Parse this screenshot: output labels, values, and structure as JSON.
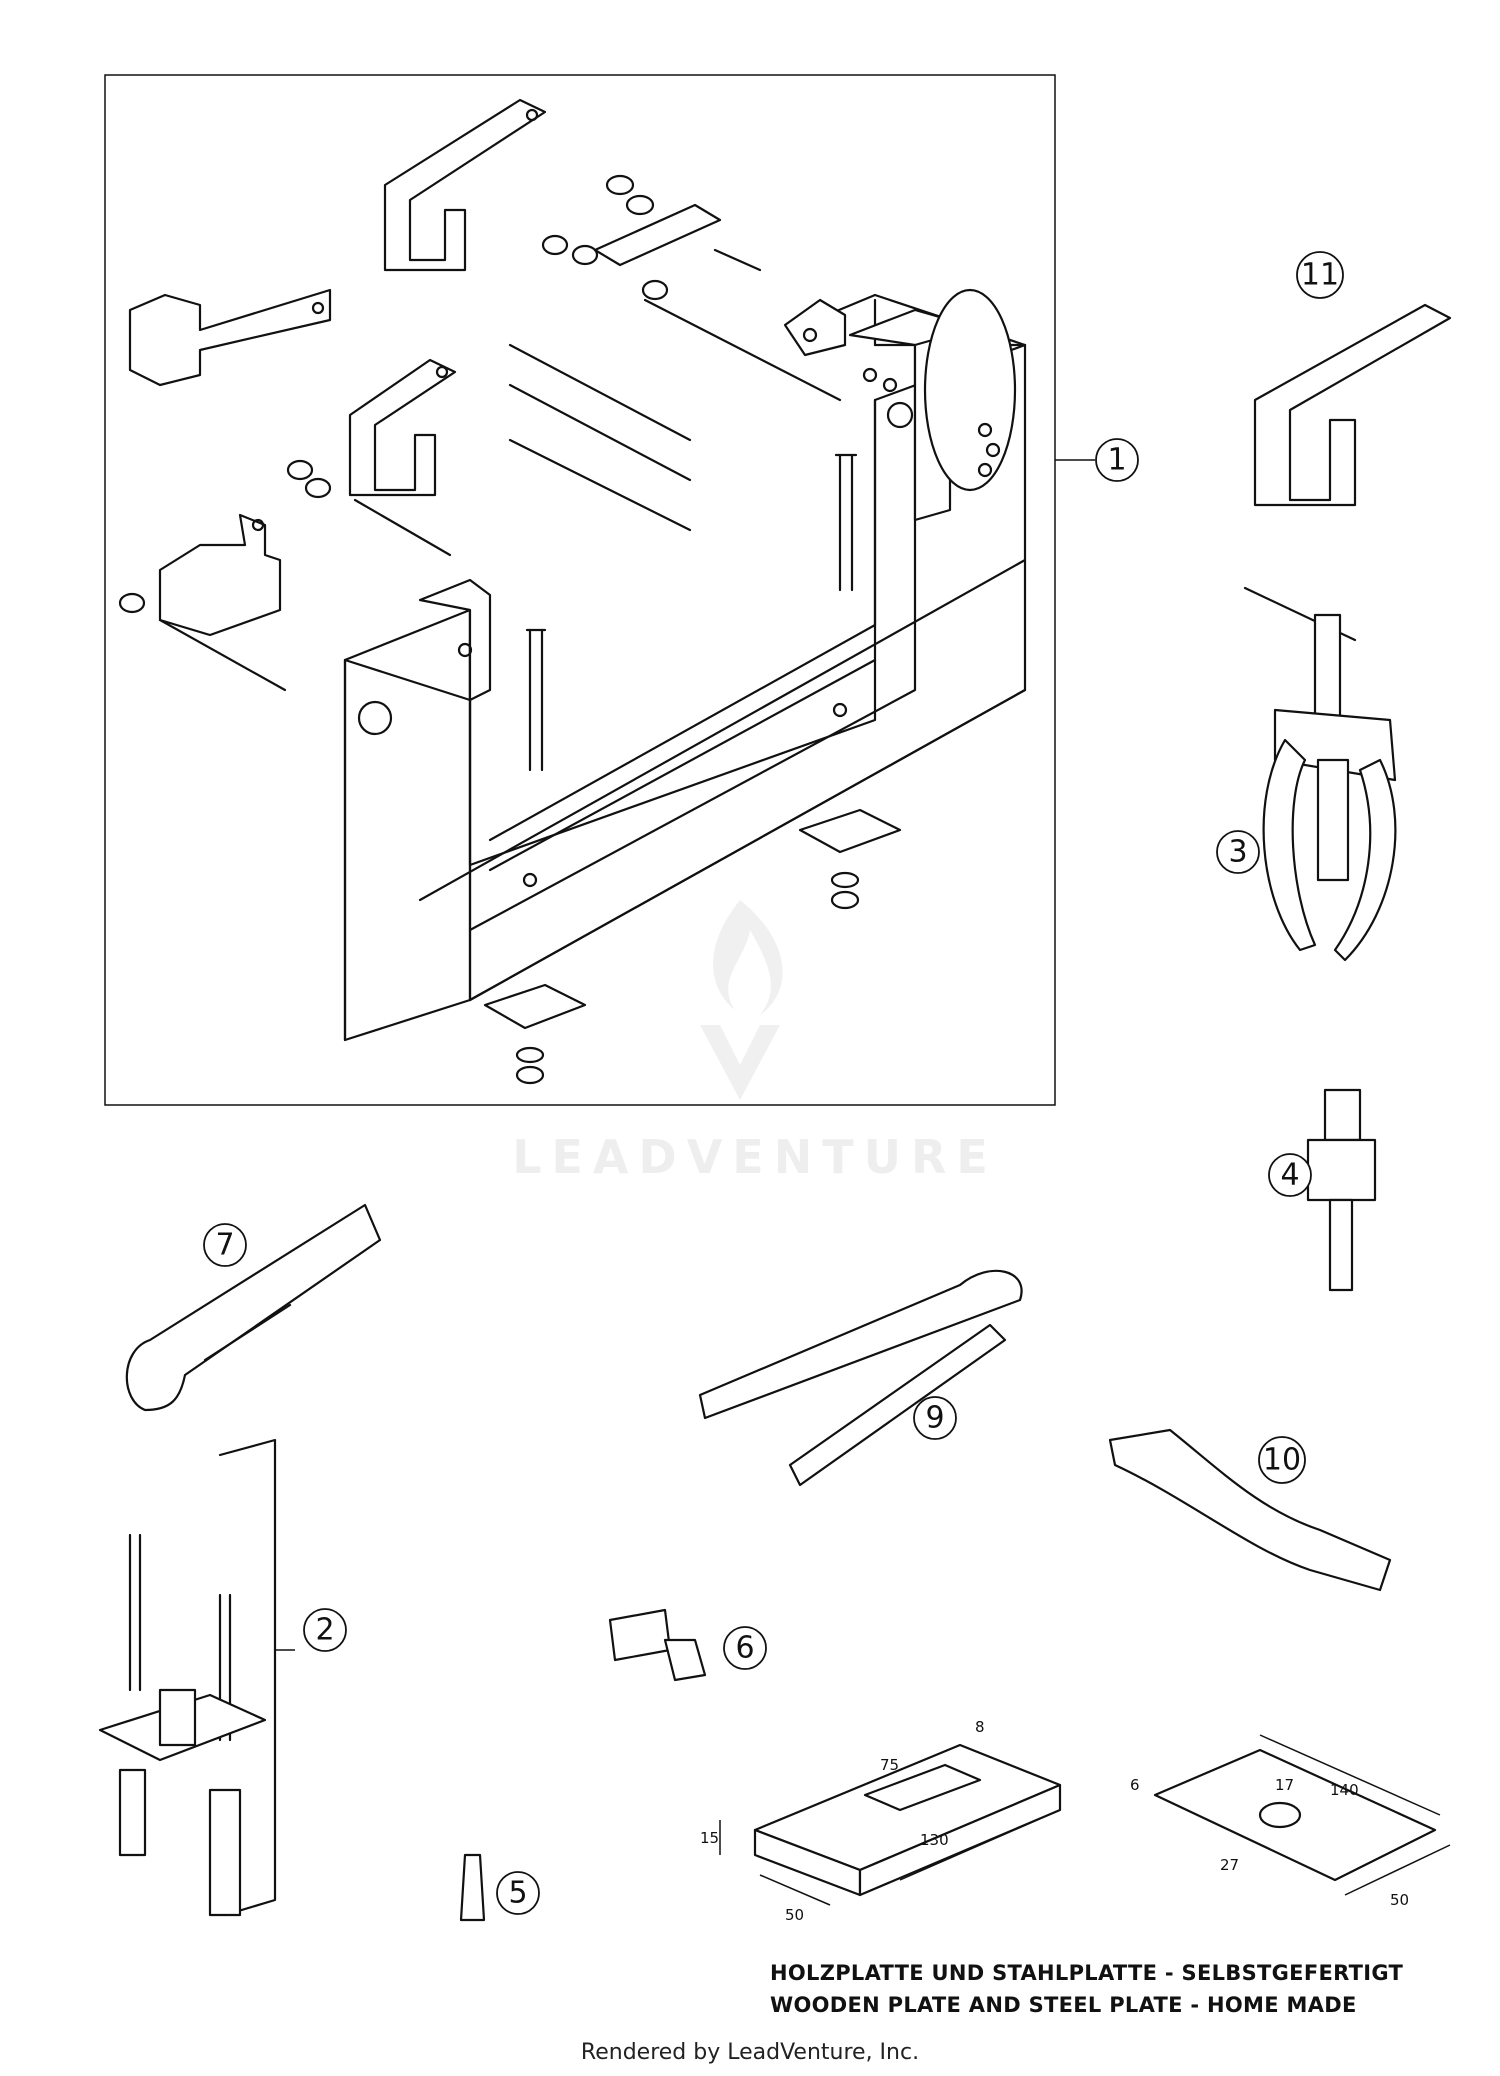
{
  "callouts": [
    "1",
    "2",
    "3",
    "4",
    "5",
    "6",
    "7",
    "9",
    "10",
    "11"
  ],
  "dimensions": {
    "wood_height": "15",
    "wood_width": "50",
    "wood_length": "130",
    "wood_slot": "75",
    "wood_slot_depth": "8",
    "steel_thickness": "6",
    "steel_length": "140",
    "steel_width": "50",
    "steel_hole": "17",
    "steel_offset": "27"
  },
  "caption": {
    "line1": "HOLZPLATTE UND STAHLPLATTE - SELBSTGEFERTIGT",
    "line2": "WOODEN PLATE AND STEEL PLATE - HOME MADE"
  },
  "watermark": "LEADVENTURE",
  "footer": "Rendered by LeadVenture, Inc."
}
